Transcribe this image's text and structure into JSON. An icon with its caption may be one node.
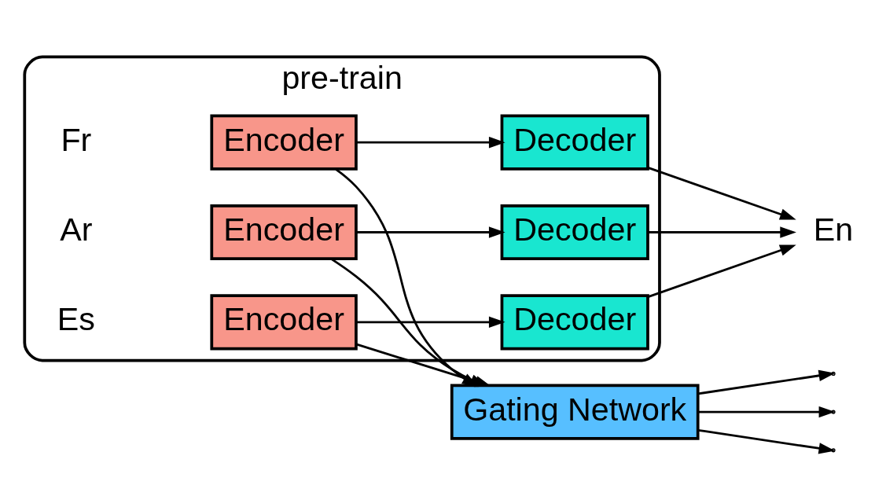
{
  "diagram": {
    "nodes": [
      {
        "text": [
          "Gating Network"
        ]
      },
      {
        "text": [
          "pre-train"
        ]
      },
      {
        "text": [
          "Encoder"
        ],
        "in": 1,
        "beside": [
          "Es"
        ]
      },
      {
        "text": [
          "Decoder"
        ],
        "in": 1
      },
      {
        "text": [
          "Encoder"
        ],
        "in": 1,
        "beside": [
          "Fr"
        ]
      },
      {
        "text": [
          "Decoder"
        ],
        "in": 1
      },
      {
        "text": [
          "Encoder"
        ],
        "in": 1,
        "beside": [
          "Ar"
        ]
      },
      {
        "text": [
          "Decoder"
        ],
        "in": 1
      },
      {
        "text": [
          "En"
        ]
      }
    ],
    "edges": [
      {
        "from": 2,
        "to": 0,
        "arrow": "to"
      },
      {
        "from": 4,
        "to": 0,
        "arrow": "to"
      },
      {
        "from": 6,
        "to": 0,
        "arrow": "to"
      },
      {
        "from": 2,
        "to": 3,
        "arrow": "to"
      },
      {
        "from": 4,
        "to": 5,
        "arrow": "to"
      },
      {
        "from": 6,
        "to": 7,
        "arrow": "to"
      },
      {
        "from": 3,
        "to": 8,
        "arrow": "to"
      },
      {
        "from": 5,
        "to": 8,
        "arrow": "to"
      },
      {
        "from": 7,
        "to": 8,
        "arrow": "to"
      },
      {
        "from": 0,
        "to": null,
        "arrow": "to"
      },
      {
        "from": 0,
        "to": null,
        "arrow": "to"
      },
      {
        "from": 0,
        "to": null,
        "arrow": "to"
      }
    ]
  }
}
